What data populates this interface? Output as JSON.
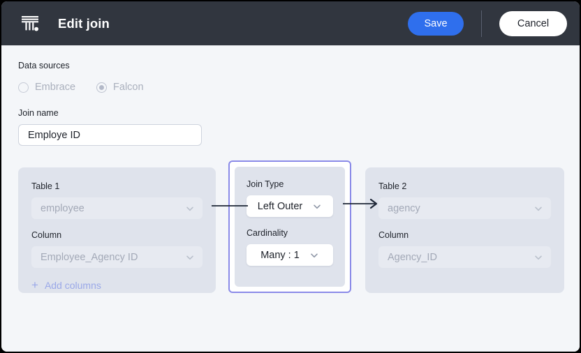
{
  "header": {
    "logo_name": "temporal-logo",
    "title": "Edit join",
    "save_label": "Save",
    "cancel_label": "Cancel",
    "bg_color": "#31363f",
    "save_color": "#2f6fed"
  },
  "data_sources": {
    "label": "Data sources",
    "options": [
      {
        "label": "Embrace",
        "selected": false
      },
      {
        "label": "Falcon",
        "selected": true
      }
    ]
  },
  "join_name": {
    "label": "Join name",
    "value": "Employe ID",
    "placeholder": "Join name"
  },
  "table1": {
    "label": "Table 1",
    "table_value": "employee",
    "column_label": "Column",
    "column_value": "Employee_Agency ID",
    "add_columns_label": "Add columns",
    "add_icon": "plus-icon"
  },
  "join_config": {
    "join_type_label": "Join Type",
    "join_type_value": "Left Outer",
    "cardinality_label": "Cardinality",
    "cardinality_value": "Many : 1",
    "highlight_color": "#8a8ae8"
  },
  "table2": {
    "label": "Table 2",
    "table_value": "agency",
    "column_label": "Column",
    "column_value": "Agency_ID"
  }
}
